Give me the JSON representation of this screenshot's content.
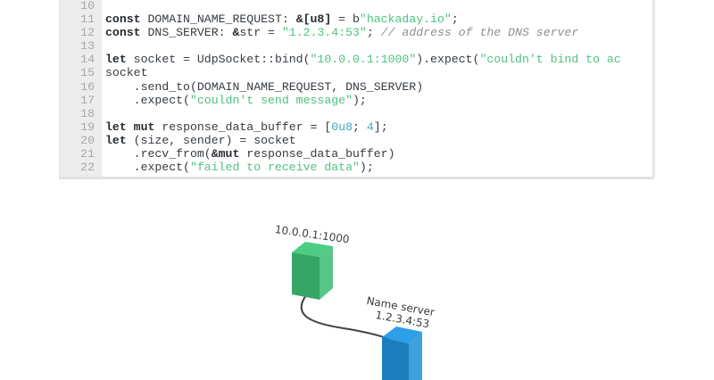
{
  "code": {
    "lines": [
      {
        "n": "10",
        "tokens": []
      },
      {
        "n": "11",
        "tokens": [
          {
            "t": "const",
            "c": "kw"
          },
          {
            "t": " DOMAIN_NAME_REQUEST: ",
            "c": ""
          },
          {
            "t": "&[u8]",
            "c": "kw"
          },
          {
            "t": " = b",
            "c": ""
          },
          {
            "t": "\"hackaday.io\"",
            "c": "str"
          },
          {
            "t": ";",
            "c": ""
          }
        ]
      },
      {
        "n": "12",
        "tokens": [
          {
            "t": "const",
            "c": "kw"
          },
          {
            "t": " DNS_SERVER: ",
            "c": ""
          },
          {
            "t": "&",
            "c": "kw"
          },
          {
            "t": "str = ",
            "c": ""
          },
          {
            "t": "\"1.2.3.4:53\"",
            "c": "str"
          },
          {
            "t": "; ",
            "c": ""
          },
          {
            "t": "// address of the DNS server",
            "c": "cm"
          }
        ]
      },
      {
        "n": "13",
        "tokens": []
      },
      {
        "n": "14",
        "tokens": [
          {
            "t": "let",
            "c": "kw"
          },
          {
            "t": " socket = UdpSocket::bind(",
            "c": ""
          },
          {
            "t": "\"10.0.0.1:1000\"",
            "c": "str"
          },
          {
            "t": ").expect(",
            "c": ""
          },
          {
            "t": "\"couldn't bind to ac",
            "c": "str"
          }
        ]
      },
      {
        "n": "15",
        "tokens": [
          {
            "t": "socket",
            "c": ""
          }
        ]
      },
      {
        "n": "16",
        "tokens": [
          {
            "t": "    .send_to(DOMAIN_NAME_REQUEST, DNS_SERVER)",
            "c": ""
          }
        ]
      },
      {
        "n": "17",
        "tokens": [
          {
            "t": "    .expect(",
            "c": ""
          },
          {
            "t": "\"couldn't send message\"",
            "c": "str"
          },
          {
            "t": ");",
            "c": ""
          }
        ]
      },
      {
        "n": "18",
        "tokens": []
      },
      {
        "n": "19",
        "tokens": [
          {
            "t": "let",
            "c": "kw"
          },
          {
            "t": " ",
            "c": ""
          },
          {
            "t": "mut",
            "c": "kw"
          },
          {
            "t": " response_data_buffer = [",
            "c": ""
          },
          {
            "t": "0u8",
            "c": "num"
          },
          {
            "t": "; ",
            "c": ""
          },
          {
            "t": "4",
            "c": "num"
          },
          {
            "t": "];",
            "c": ""
          }
        ]
      },
      {
        "n": "20",
        "tokens": [
          {
            "t": "let",
            "c": "kw"
          },
          {
            "t": " (size, sender) = socket",
            "c": ""
          }
        ]
      },
      {
        "n": "21",
        "tokens": [
          {
            "t": "    .recv_from(",
            "c": ""
          },
          {
            "t": "&mut",
            "c": "kw"
          },
          {
            "t": " response_data_buffer)",
            "c": ""
          }
        ]
      },
      {
        "n": "22",
        "tokens": [
          {
            "t": "    .expect(",
            "c": ""
          },
          {
            "t": "\"failed to receive data\"",
            "c": "str"
          },
          {
            "t": ");",
            "c": ""
          }
        ]
      }
    ]
  },
  "diagram": {
    "client": {
      "label": "10.0.0.1:1000",
      "color": "#3dbb73"
    },
    "server": {
      "label_line1": "Name server",
      "label_line2": "1.2.3.4:53",
      "color": "#1f8fd6"
    },
    "link_color": "#3f4448"
  }
}
